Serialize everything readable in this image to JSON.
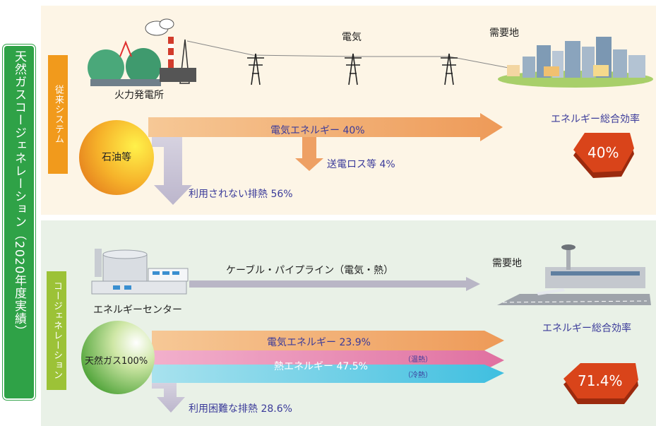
{
  "side_title": "天然ガスコージェネレーション（2020年度実績）",
  "conventional": {
    "tag": "従来システム",
    "power_plant": "火力発電所",
    "electricity": "電気",
    "demand": "需要地",
    "fuel": "石油等",
    "flow_electric": "電気エネルギー 40%",
    "flow_loss": "送電ロス等 4%",
    "flow_waste": "利用されない排熱 56%",
    "efficiency_label": "エネルギー総合効率",
    "efficiency_value": "40%"
  },
  "cogeneration": {
    "tag": "コージェネレーション",
    "energy_center": "エネルギーセンター",
    "pipeline": "ケーブル・パイプライン（電気・熱）",
    "demand": "需要地",
    "fuel": "天然ガス100%",
    "flow_electric": "電気エネルギー 23.9%",
    "flow_heat": "熱エネルギー 47.5%",
    "heat_hot": "（温熱）",
    "heat_cold": "（冷熱）",
    "flow_waste": "利用困難な排熱 28.6%",
    "efficiency_label": "エネルギー総合効率",
    "efficiency_value": "71.4%"
  },
  "colors": {
    "side": "#2fa247",
    "conventional_tag": "#f19a1c",
    "cogeneration_tag": "#9cc237",
    "electric_flow": "#eea064",
    "heat_flow": "#e070a0",
    "cold_flow": "#5ec8e0",
    "waste_flow": "#c8c0d8",
    "efficiency_red": "#d9441a"
  }
}
